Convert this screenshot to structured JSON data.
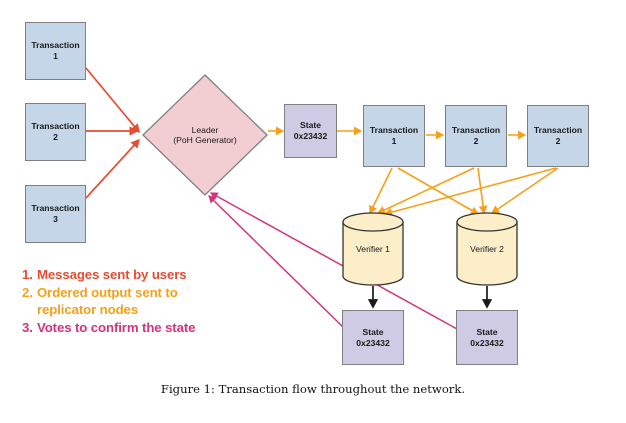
{
  "figure": {
    "caption": "Figure 1:  Transaction flow throughout the network.",
    "colors": {
      "transaction_fill": "#c4d6e7",
      "leader_fill": "#f2cdd2",
      "state_fill": "#cfcbe4",
      "verifier_fill": "#fceec8",
      "arrow_messages": "#ea4a30",
      "arrow_ordered_output": "#f6a019",
      "arrow_votes": "#d4337b",
      "node_stroke": "#808080"
    }
  },
  "inputs": {
    "transactions": [
      {
        "line1": "Transaction",
        "line2": "1"
      },
      {
        "line1": "Transaction",
        "line2": "2"
      },
      {
        "line1": "Transaction",
        "line2": "3"
      }
    ]
  },
  "leader": {
    "line1": "Leader",
    "line2": "(PoH Generator)"
  },
  "ledger": {
    "state": {
      "line1": "State",
      "line2": "0x23432"
    },
    "entries": [
      {
        "line1": "Transaction",
        "line2": "1"
      },
      {
        "line1": "Transaction",
        "line2": "2"
      },
      {
        "line1": "Transaction",
        "line2": "2"
      }
    ]
  },
  "verifiers": [
    {
      "label": "Verifier 1"
    },
    {
      "label": "Verifier 2"
    }
  ],
  "verifier_states": [
    {
      "line1": "State",
      "line2": "0x23432"
    },
    {
      "line1": "State",
      "line2": "0x23432"
    }
  ],
  "legend": {
    "items": [
      {
        "num": "1.",
        "text": "Messages sent by users",
        "color_name": "red"
      },
      {
        "num": "2.",
        "text": "Ordered output sent to",
        "text2": "replicator nodes",
        "color_name": "orange"
      },
      {
        "num": "3.",
        "text": "Votes to confirm the state",
        "color_name": "magenta"
      }
    ]
  }
}
